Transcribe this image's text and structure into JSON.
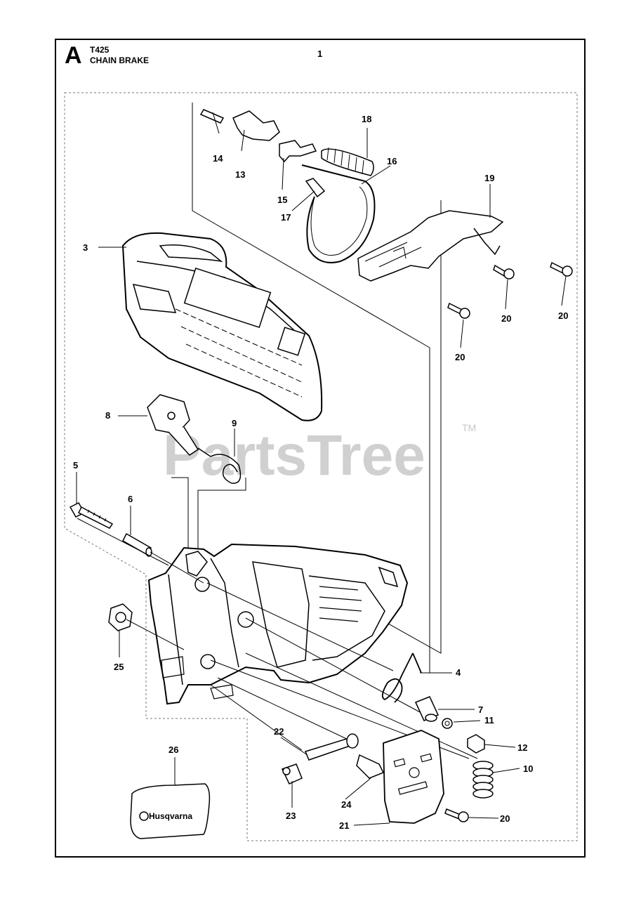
{
  "header": {
    "letter": "A",
    "model": "T425",
    "title": "CHAIN BRAKE",
    "sheet": "1"
  },
  "watermark": {
    "text": "PartsTree",
    "tm": "TM"
  },
  "decal_text": "Husqvarna",
  "callouts": [
    {
      "id": "c3",
      "label": "3"
    },
    {
      "id": "c4",
      "label": "4"
    },
    {
      "id": "c5",
      "label": "5"
    },
    {
      "id": "c6",
      "label": "6"
    },
    {
      "id": "c7",
      "label": "7"
    },
    {
      "id": "c8",
      "label": "8"
    },
    {
      "id": "c9",
      "label": "9"
    },
    {
      "id": "c10",
      "label": "10"
    },
    {
      "id": "c11",
      "label": "11"
    },
    {
      "id": "c12",
      "label": "12"
    },
    {
      "id": "c13",
      "label": "13"
    },
    {
      "id": "c14",
      "label": "14"
    },
    {
      "id": "c15",
      "label": "15"
    },
    {
      "id": "c16",
      "label": "16"
    },
    {
      "id": "c17",
      "label": "17"
    },
    {
      "id": "c18",
      "label": "18"
    },
    {
      "id": "c19",
      "label": "19"
    },
    {
      "id": "c20a",
      "label": "20"
    },
    {
      "id": "c20b",
      "label": "20"
    },
    {
      "id": "c20c",
      "label": "20"
    },
    {
      "id": "c20d",
      "label": "20"
    },
    {
      "id": "c21",
      "label": "21"
    },
    {
      "id": "c22",
      "label": "22"
    },
    {
      "id": "c23",
      "label": "23"
    },
    {
      "id": "c24",
      "label": "24"
    },
    {
      "id": "c25",
      "label": "25"
    },
    {
      "id": "c26",
      "label": "26"
    }
  ]
}
